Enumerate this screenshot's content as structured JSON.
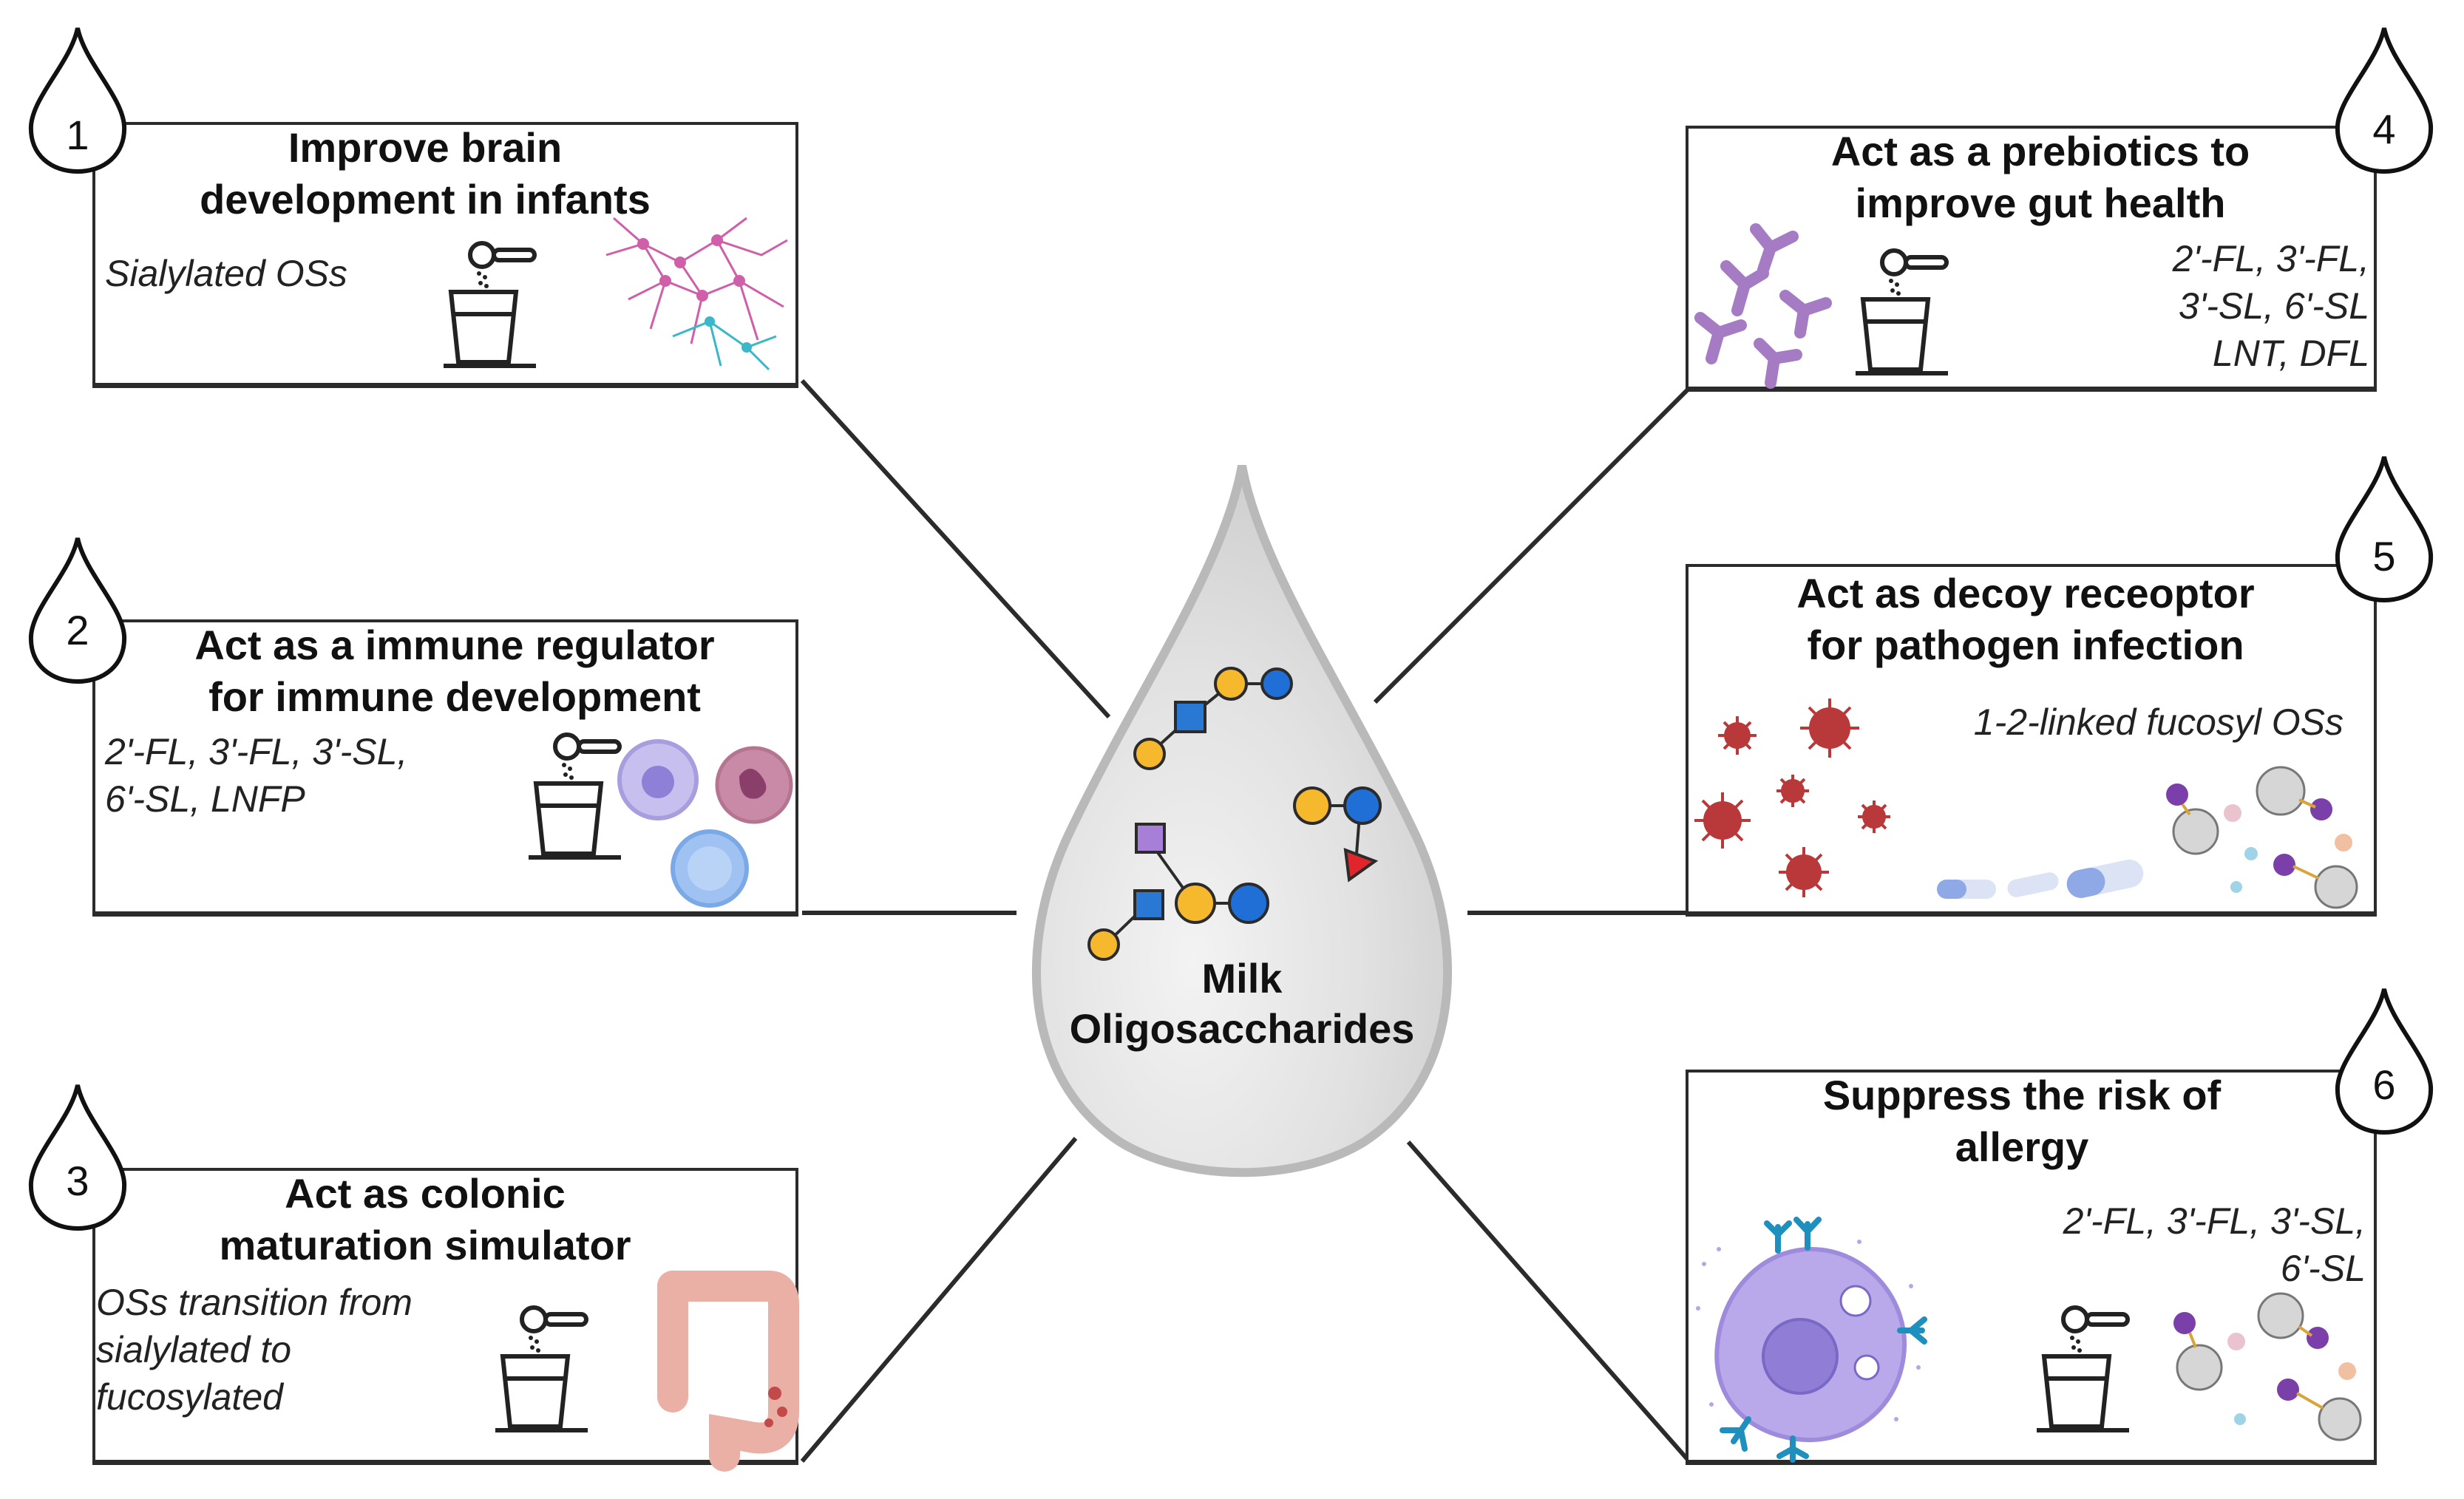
{
  "center": {
    "line1": "Milk",
    "line2": "Oligosaccharides"
  },
  "panels": [
    {
      "number": "1",
      "title_line1": "Improve brain",
      "title_line2": "development in infants",
      "list": [
        "Sialylated OSs"
      ]
    },
    {
      "number": "2",
      "title_line1": "Act as a immune regulator",
      "title_line2": "for immune development",
      "list": [
        "2'-FL, 3'-FL, 3'-SL,",
        "6'-SL, LNFP"
      ]
    },
    {
      "number": "3",
      "title_line1": "Act as colonic",
      "title_line2": "maturation simulator",
      "list": [
        "OSs transition from",
        "sialylated to",
        "fucosylated"
      ]
    },
    {
      "number": "4",
      "title_line1": "Act as a prebiotics to",
      "title_line2": "improve gut health",
      "list": [
        "2'-FL, 3'-FL,",
        "3'-SL, 6'-SL",
        "LNT, DFL"
      ]
    },
    {
      "number": "5",
      "title_line1": "Act as decoy receoptor",
      "title_line2": "for pathogen infection",
      "list": [
        "1-2-linked fucosyl OSs"
      ]
    },
    {
      "number": "6",
      "title_line1": "Suppress the risk of",
      "title_line2": "allergy",
      "list": [
        "2'-FL, 3'-FL, 3'-SL,",
        "6'-SL"
      ]
    }
  ],
  "colors": {
    "line": "#2b2b2b",
    "drop_fill": "#e3e3e3",
    "drop_edge": "#b9b9b9",
    "glucose_blue": "#1f6fd6",
    "galactose_yellow": "#f6b82c",
    "glcnac_blue": "#2878d4",
    "sialic_purple": "#a77fd8",
    "fucose_red": "#e0262c",
    "neuron_pink": "#cf5fa8",
    "neuron_cyan": "#3ab7c8",
    "bacteria_purple": "#a57bc4",
    "virus_red": "#b9383a",
    "colon_pink": "#eab0a6"
  },
  "icons": [
    "droplet-icon",
    "formula-cup-icon",
    "neuron-icon",
    "immune-cell-icon",
    "colon-icon",
    "bacteria-icon",
    "virus-icon",
    "capsule-icon",
    "decoy-receptor-icon",
    "mast-cell-icon",
    "glycan-icon"
  ]
}
